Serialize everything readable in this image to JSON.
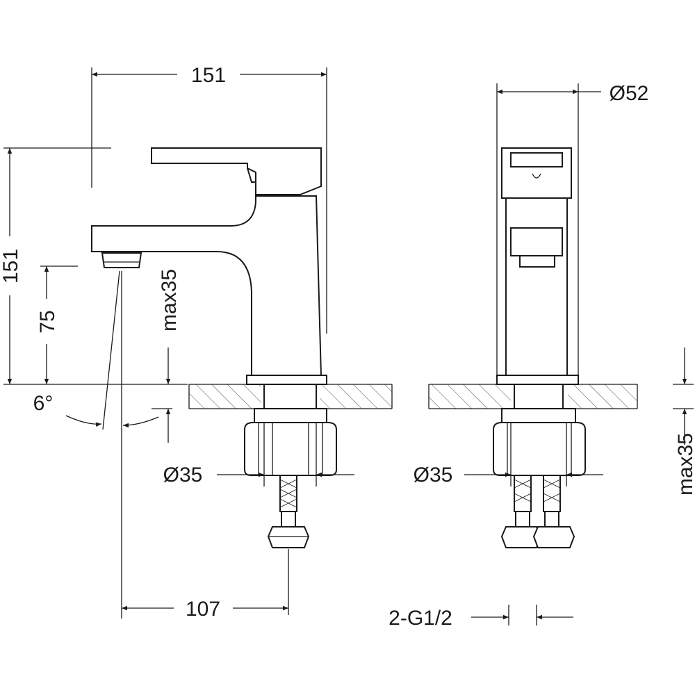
{
  "title": "Basin mixer dimension drawing",
  "dimensions": {
    "overall_length": "151",
    "overall_height": "151",
    "body_diameter": "Ø52",
    "spout_height": "75",
    "max_counter_thickness_front": "max35",
    "spout_angle": "6°",
    "shank_diameter_front": "Ø35",
    "shank_diameter_side": "Ø35",
    "spout_reach": "107",
    "connections": "2-G1/2",
    "max_counter_thickness_side": "max35"
  },
  "colors": {
    "line": "#1a1a1a",
    "background": "#ffffff"
  }
}
